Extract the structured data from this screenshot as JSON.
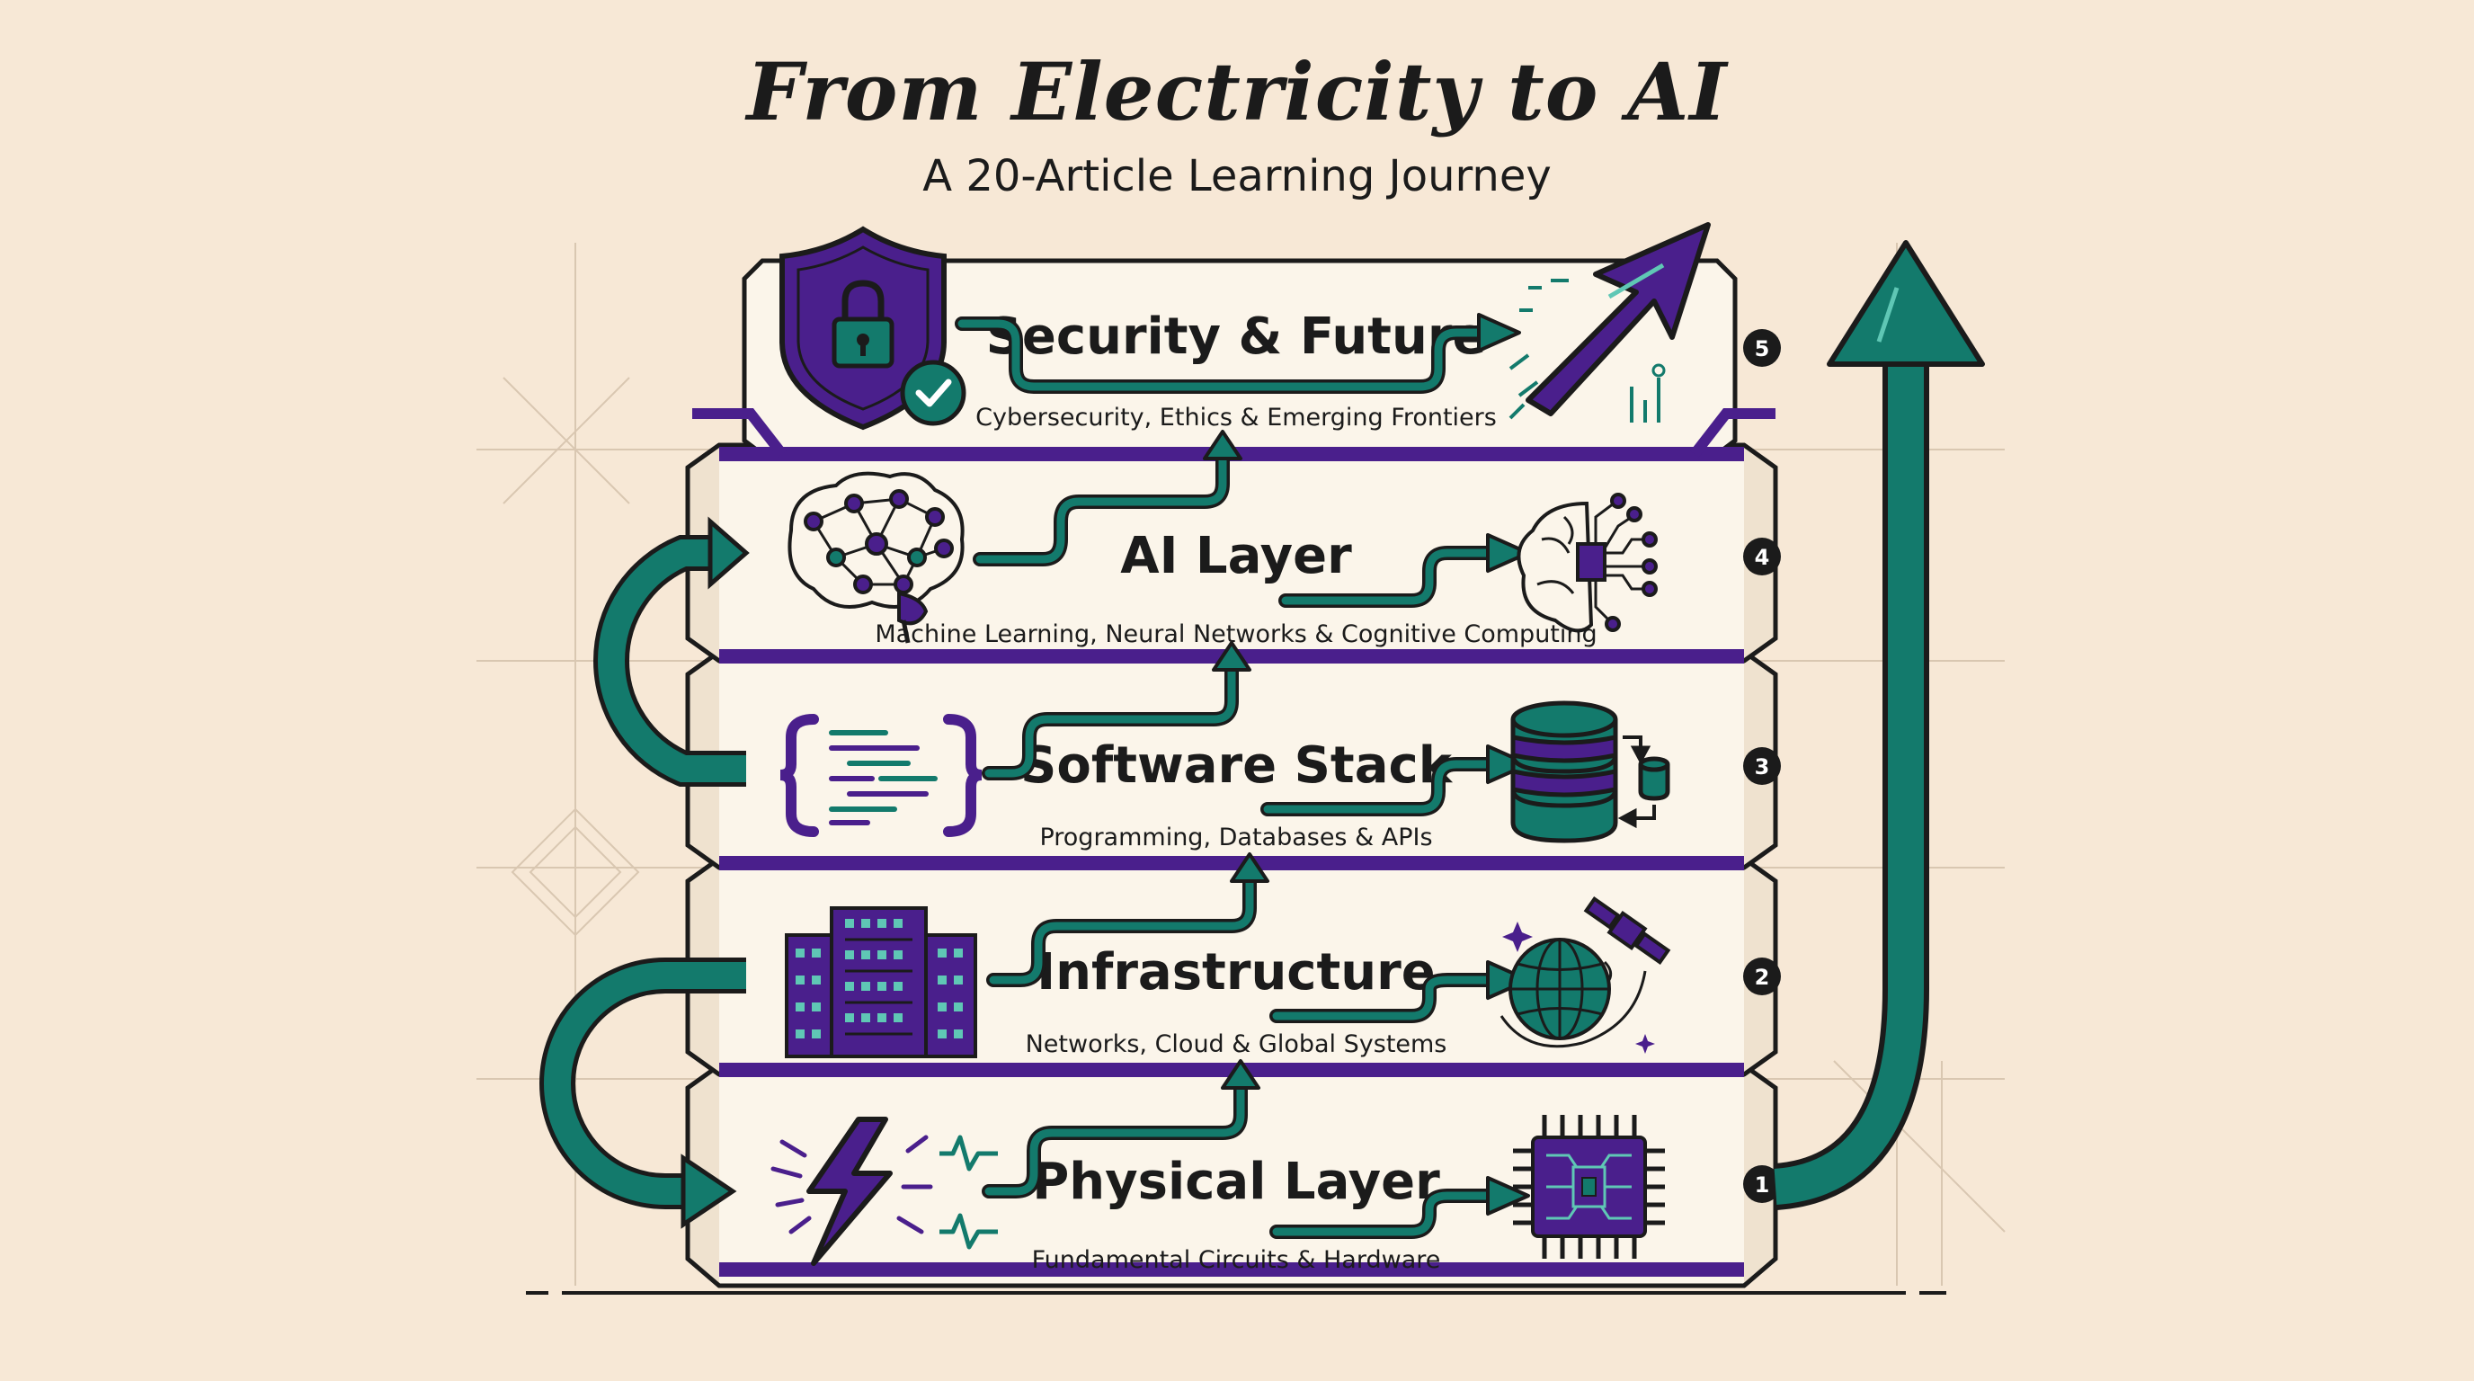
{
  "header": {
    "title": "From Electricity to AI",
    "subtitle": "A 20-Article Learning Journey"
  },
  "colors": {
    "background": "#f7e8d6",
    "panel": "#fbf5ea",
    "teal": "#137a6c",
    "purple": "#4a1f8c",
    "ink": "#1b1b1b"
  },
  "layers": [
    {
      "number": "5",
      "title": "Security & Future",
      "subtitle": "Cybersecurity, Ethics & Emerging Frontiers",
      "left_icon": "shield-lock-icon",
      "right_icon": "arrow-up-right-icon"
    },
    {
      "number": "4",
      "title": "AI Layer",
      "subtitle": "Machine Learning, Neural Networks & Cognitive Computing",
      "left_icon": "neural-brain-icon",
      "right_icon": "circuit-brain-icon"
    },
    {
      "number": "3",
      "title": "Software Stack",
      "subtitle": "Programming, Databases & APIs",
      "left_icon": "code-braces-icon",
      "right_icon": "database-icon"
    },
    {
      "number": "2",
      "title": "Infrastructure",
      "subtitle": "Networks, Cloud & Global Systems",
      "left_icon": "server-rack-icon",
      "right_icon": "globe-satellite-icon"
    },
    {
      "number": "1",
      "title": "Physical Layer",
      "subtitle": "Fundamental Circuits & Hardware",
      "left_icon": "lightning-bolt-icon",
      "right_icon": "microchip-icon"
    }
  ]
}
